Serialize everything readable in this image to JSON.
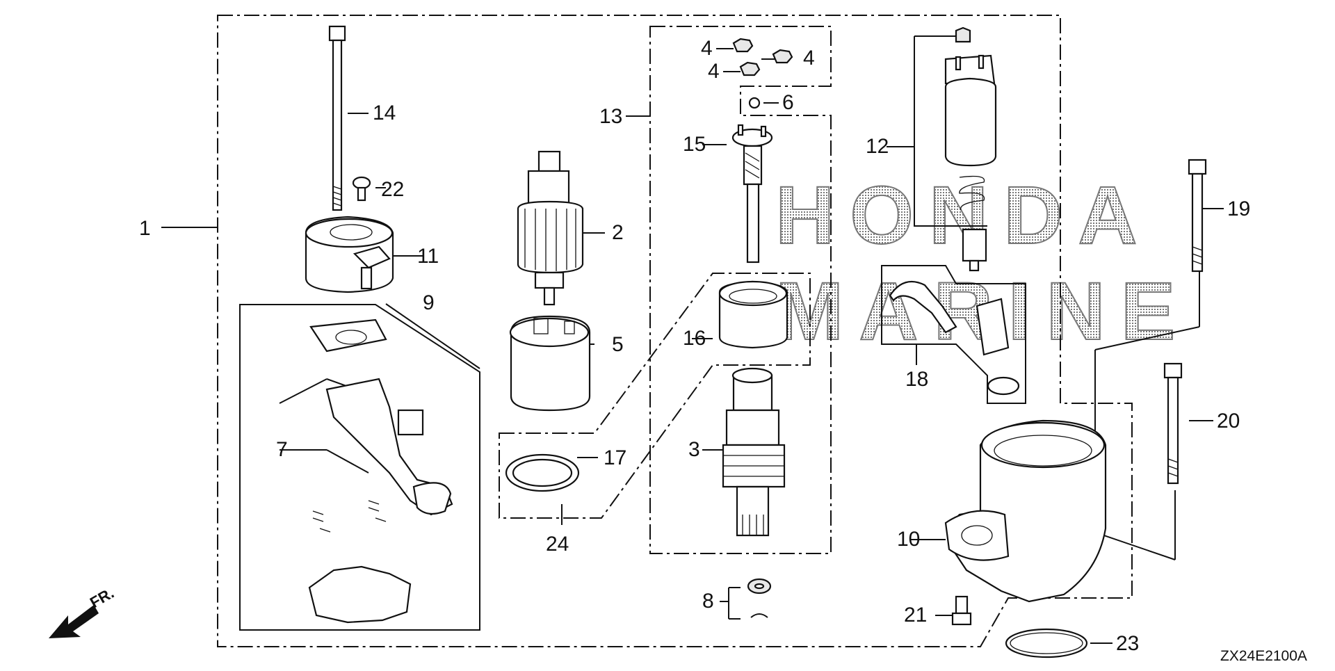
{
  "diagram": {
    "callouts": {
      "c1": "1",
      "c2": "2",
      "c3": "3",
      "c4a": "4",
      "c4b": "4",
      "c4c": "4",
      "c5": "5",
      "c6": "6",
      "c7": "7",
      "c8": "8",
      "c9": "9",
      "c10": "10",
      "c11": "11",
      "c12": "12",
      "c13": "13",
      "c14": "14",
      "c15": "15",
      "c16": "16",
      "c17": "17",
      "c18": "18",
      "c19": "19",
      "c20": "20",
      "c21": "21",
      "c22": "22",
      "c23": "23",
      "c24": "24"
    },
    "watermark": {
      "line1": "HONDA",
      "line2": "MARINE"
    },
    "direction_label": "FR.",
    "drawing_code": "ZX24E2100A"
  }
}
